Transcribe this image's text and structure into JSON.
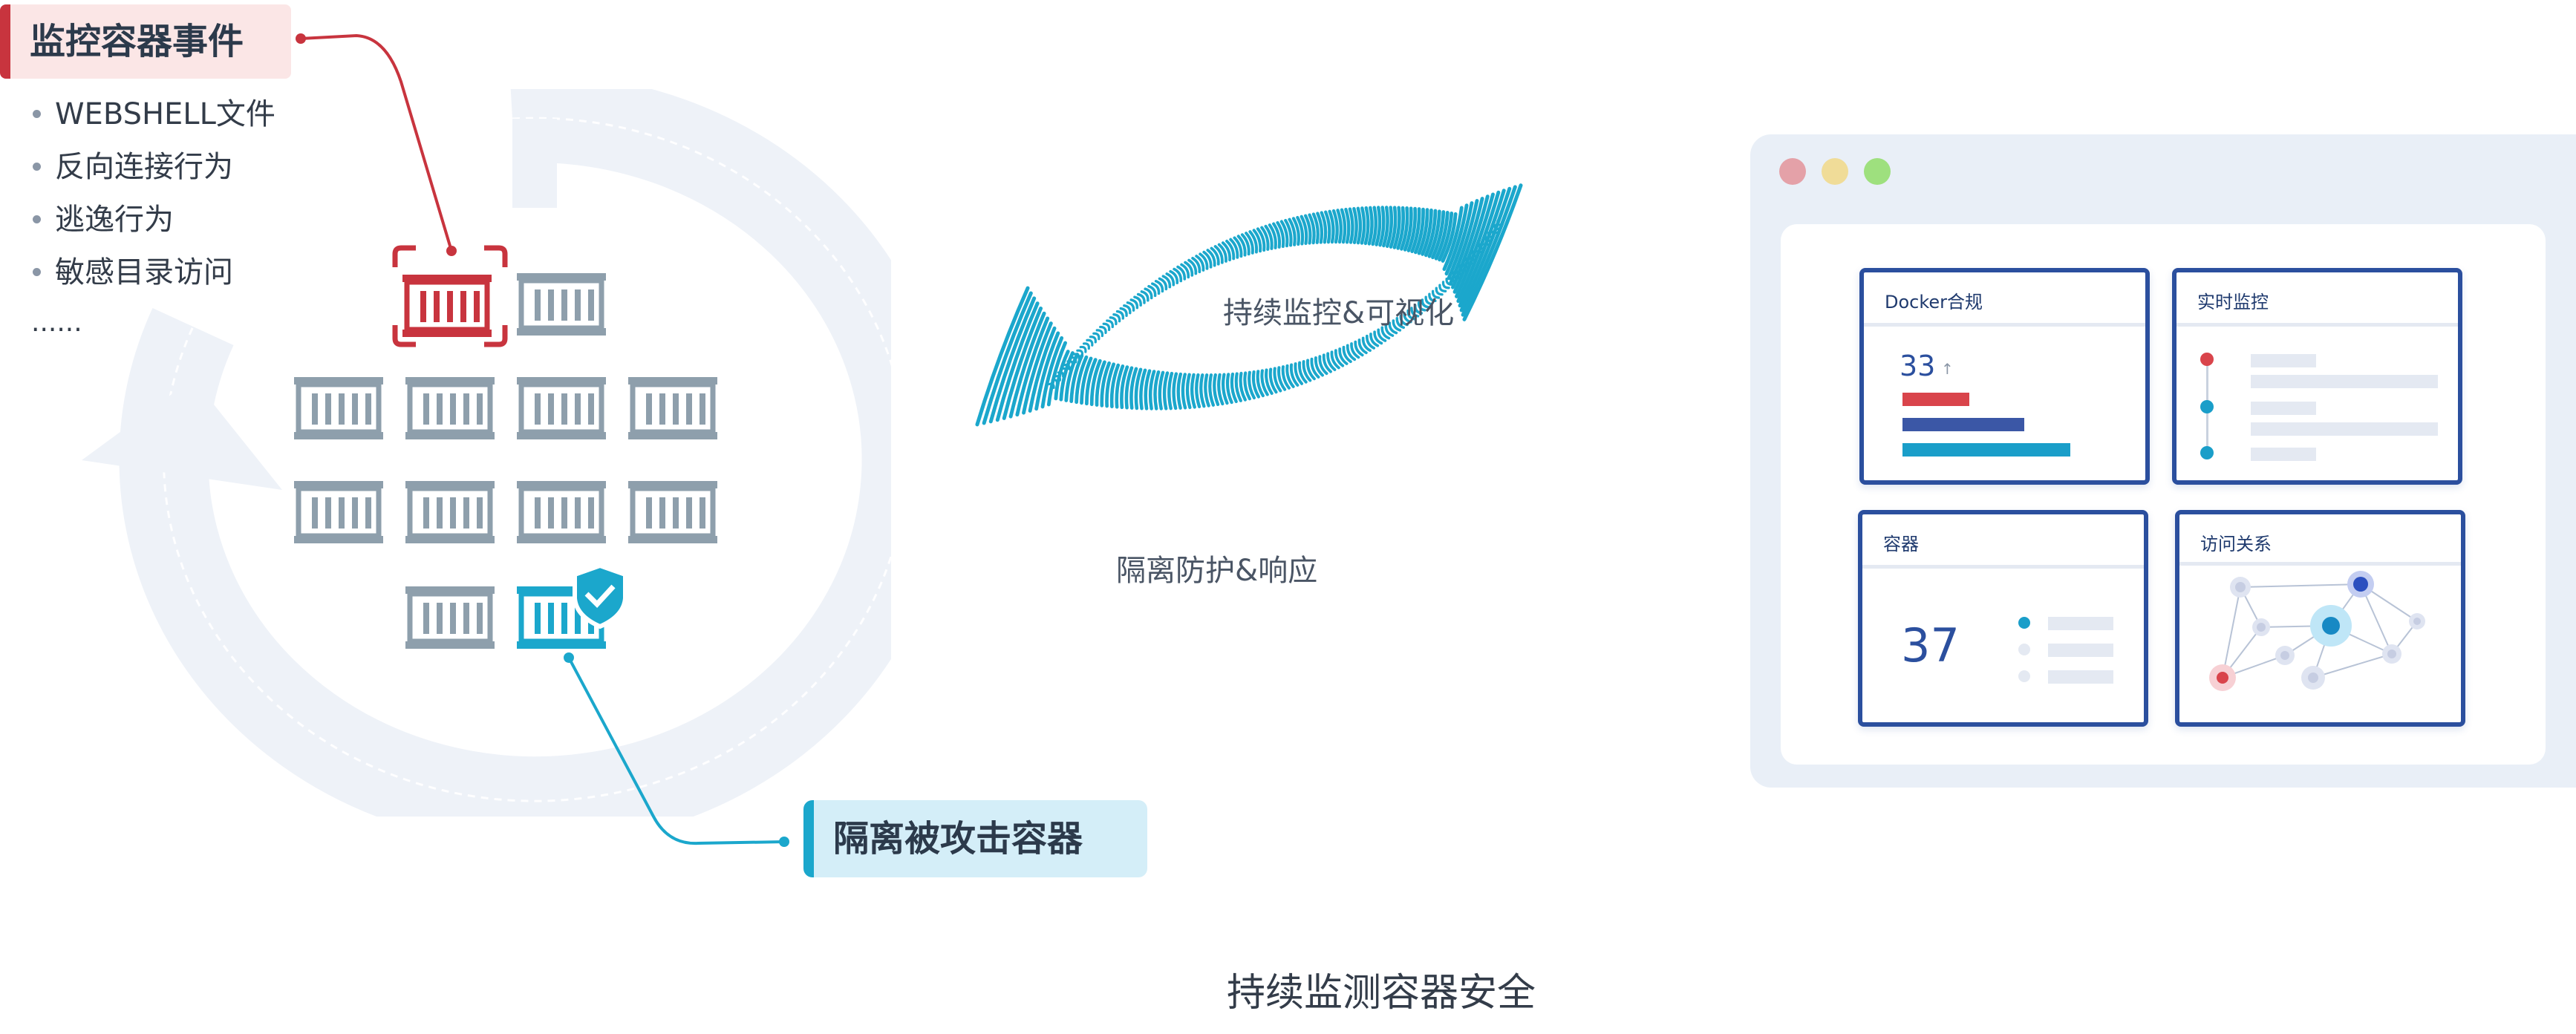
{
  "tags": {
    "monitor_events": "监控容器事件",
    "isolate_container": "隔离被攻击容器"
  },
  "events": [
    "WEBSHELL文件",
    "反向连接行为",
    "逃逸行为",
    "敏感目录访问"
  ],
  "events_more": "......",
  "arrows": {
    "top_label": "持续监控&可视化",
    "bottom_label": "隔离防护&响应"
  },
  "caption": "持续监测容器安全",
  "dashboard": {
    "window_dots": [
      "#e4a1a8",
      "#f0dc98",
      "#9ee07e"
    ],
    "cards": {
      "docker": {
        "title": "Docker合规",
        "value": "33",
        "trend": "↑"
      },
      "realtime": {
        "title": "实时监控"
      },
      "containers": {
        "title": "容器",
        "value": "37"
      },
      "access": {
        "title": "访问关系"
      }
    }
  },
  "colors": {
    "alert_red": "#c8343e",
    "protected_blue": "#1ba7cc",
    "container_gray": "#8e9fac",
    "dashboard_blue": "#2b4f9e"
  },
  "icons": {
    "alert_container": "container-scan-icon",
    "protected_container": "container-shield-icon",
    "cycle": "refresh-cycle-icon"
  }
}
